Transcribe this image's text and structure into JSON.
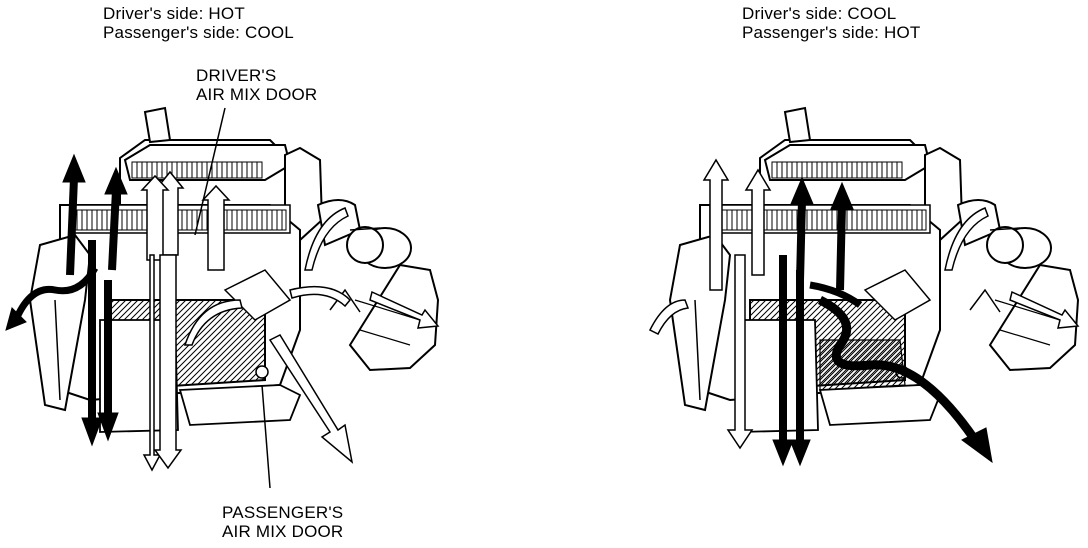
{
  "left_panel": {
    "mode_line1": "Driver's side: HOT",
    "mode_line2": "Passenger's side: COOL",
    "callout_top_line1": "DRIVER'S",
    "callout_top_line2": "AIR MIX DOOR",
    "callout_bottom_line1": "PASSENGER'S",
    "callout_bottom_line2": "AIR MIX DOOR"
  },
  "right_panel": {
    "mode_line1": "Driver's side: COOL",
    "mode_line2": "Passenger's side: HOT"
  },
  "colors": {
    "ink": "#000000",
    "paper": "#ffffff"
  }
}
